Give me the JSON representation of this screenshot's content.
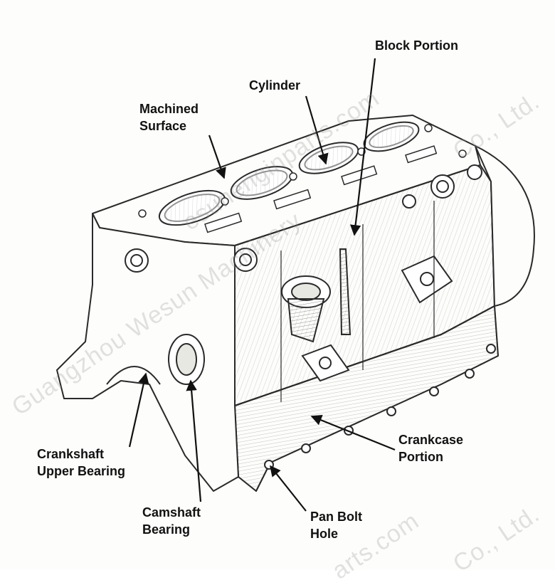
{
  "diagram": {
    "subject": "engine-block",
    "labels": {
      "block_portion": "Block Portion",
      "cylinder": "Cylinder",
      "machined_surface": "Machined\nSurface",
      "crankcase_portion": "Crankcase\nPortion",
      "crankshaft_upper_bearing": "Crankshaft\nUpper Bearing",
      "camshaft_bearing": "Camshaft\nBearing",
      "pan_bolt_hole": "Pan Bolt\nHole"
    }
  },
  "watermark": {
    "fragments": [
      "Guangzhou Wesun Machinery",
      "esunenginparts.com",
      "Co., Ltd.",
      "arts.com",
      "Co., Ltd."
    ]
  },
  "colors": {
    "ink": "#2a2a2a",
    "paper": "#fdfdfb",
    "shade": "#cfcfc8",
    "label": "#111111"
  }
}
